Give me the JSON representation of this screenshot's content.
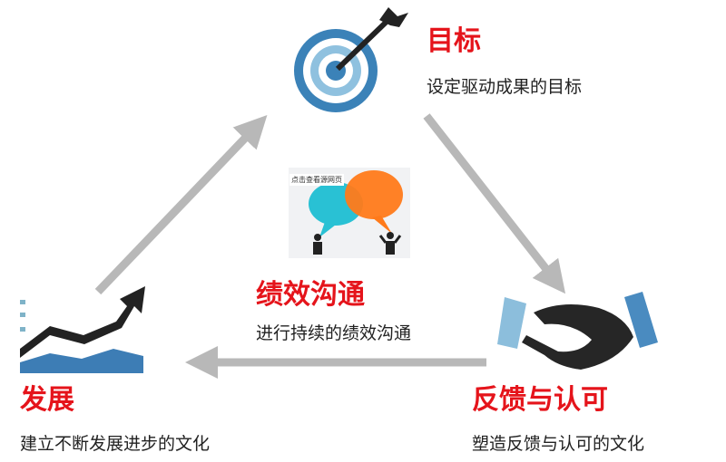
{
  "goal": {
    "title": "目标",
    "subtitle": "设定驱动成果的目标"
  },
  "communication": {
    "title": "绩效沟通",
    "subtitle": "进行持续的绩效沟通",
    "image_caption": "点击查看源网页"
  },
  "feedback": {
    "title": "反馈与认可",
    "subtitle": "塑造反馈与认可的文化"
  },
  "development": {
    "title": "发展",
    "subtitle": "建立不断发展进步的文化"
  },
  "colors": {
    "title_red": "#e5141b",
    "arrow_gray": "#b8b8b8",
    "target_blue": "#3b82b8"
  }
}
